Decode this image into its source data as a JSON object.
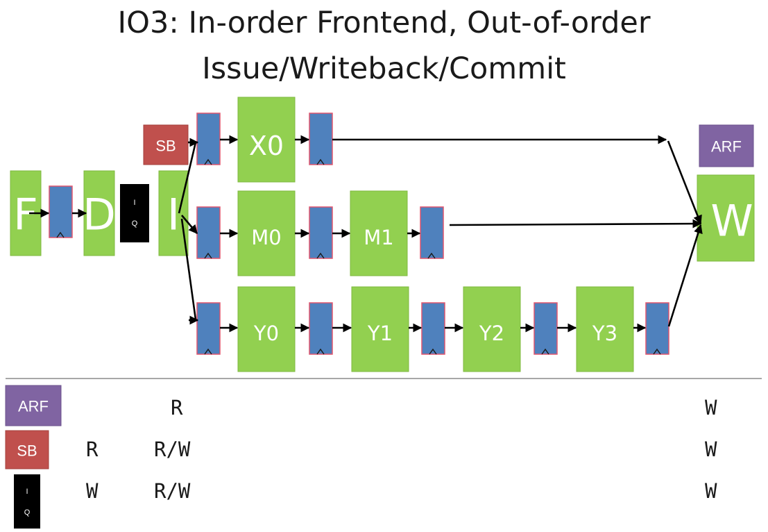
{
  "title": {
    "line1": "IO3: In-order Frontend, Out-of-order",
    "line2": "Issue/Writeback/Commit"
  },
  "pipeline": {
    "fetch": "F",
    "decode": "D",
    "issue": "I",
    "writeback": "W",
    "iq_top": "I",
    "iq_bottom": "Q",
    "sb": "SB",
    "arf": "ARF",
    "x_pipe": [
      "X0"
    ],
    "m_pipe": [
      "M0",
      "M1"
    ],
    "y_pipe": [
      "Y0",
      "Y1",
      "Y2",
      "Y3"
    ]
  },
  "table": {
    "rows": [
      {
        "name": "ARF",
        "cells": [
          "",
          "R",
          "W"
        ]
      },
      {
        "name": "SB",
        "cells": [
          "R",
          "R/W",
          "W"
        ]
      },
      {
        "name": "IQ",
        "cells": [
          "W",
          "R/W",
          "W"
        ]
      }
    ]
  },
  "colors": {
    "stage": "#92d050",
    "latch": "#4f81bd",
    "sb": "#c0504d",
    "arf": "#8064a2",
    "iq": "#000000"
  }
}
